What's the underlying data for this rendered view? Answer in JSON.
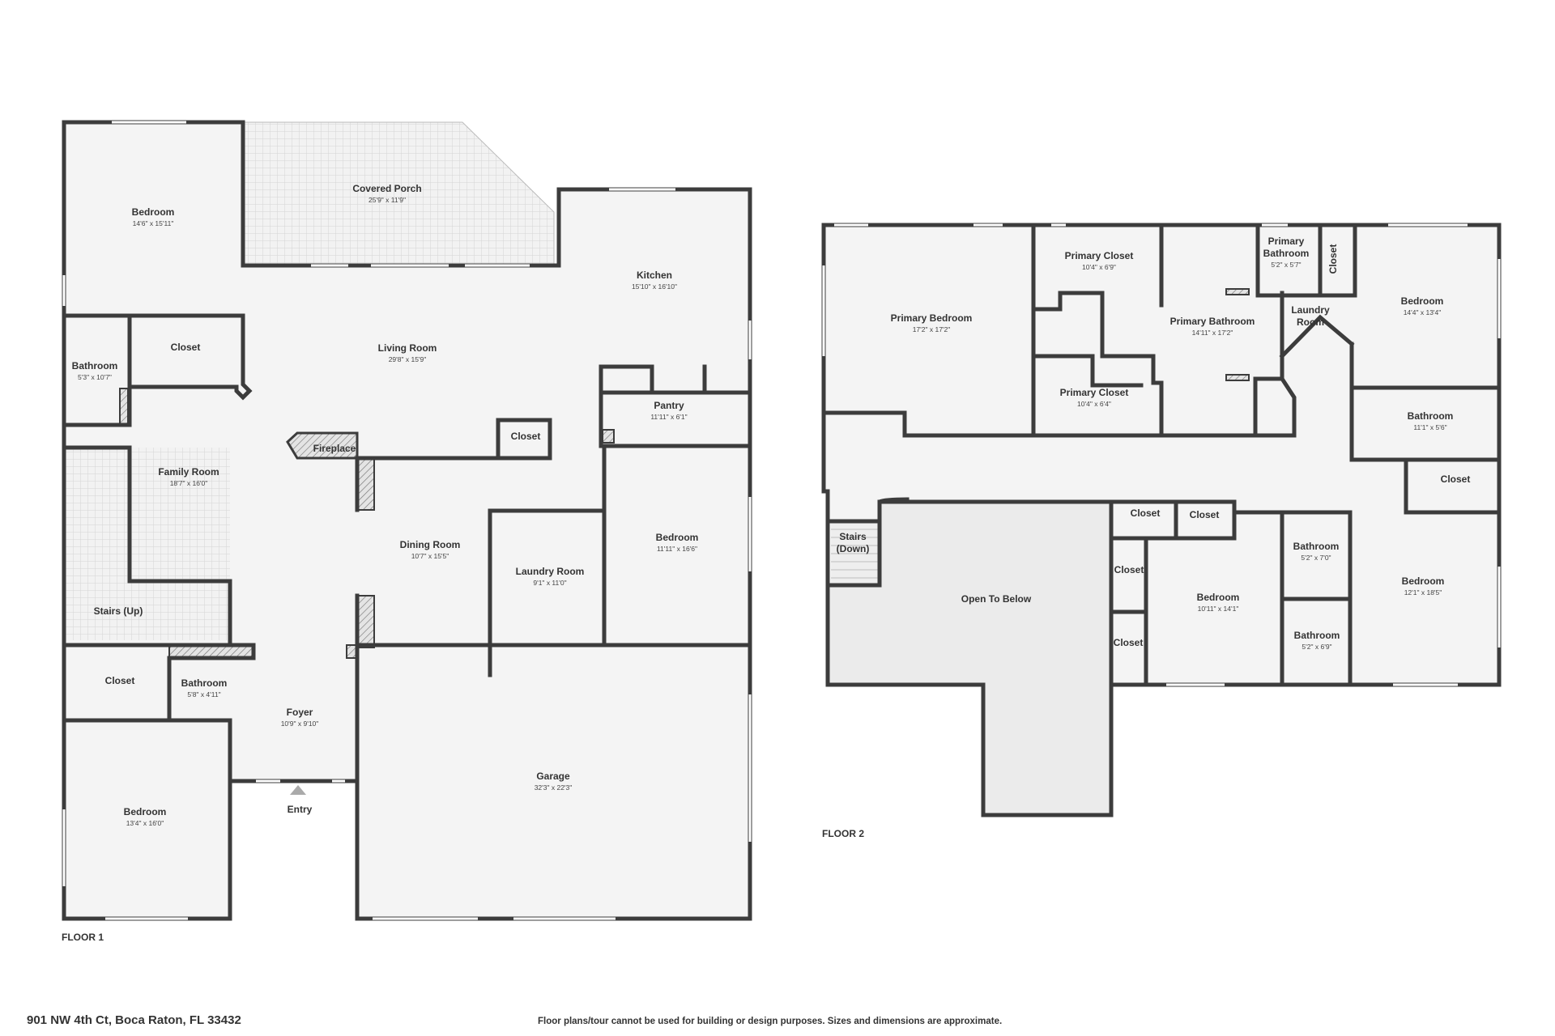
{
  "address": "901 NW 4th Ct, Boca Raton, FL 33432",
  "disclaimer": "Floor plans/tour cannot be used for building or design purposes. Sizes and dimensions are approximate.",
  "floor1": {
    "label": "FLOOR 1",
    "entry": "Entry",
    "rooms": {
      "bedroom_nw": {
        "name": "Bedroom",
        "dim": "14'6\" x 15'11\""
      },
      "covered_porch": {
        "name": "Covered Porch",
        "dim": "25'9\" x 11'9\""
      },
      "kitchen": {
        "name": "Kitchen",
        "dim": "15'10\" x 16'10\""
      },
      "living_room": {
        "name": "Living Room",
        "dim": "29'8\" x 15'9\""
      },
      "closet_1": {
        "name": "Closet",
        "dim": ""
      },
      "bathroom_w": {
        "name": "Bathroom",
        "dim": "5'3\" x 10'7\""
      },
      "pantry": {
        "name": "Pantry",
        "dim": "11'11\" x 6'1\""
      },
      "closet_2": {
        "name": "Closet",
        "dim": ""
      },
      "fireplace": {
        "name": "Fireplace",
        "dim": ""
      },
      "family_room": {
        "name": "Family Room",
        "dim": "18'7\" x 16'0\""
      },
      "bedroom_e": {
        "name": "Bedroom",
        "dim": "11'11\" x 16'6\""
      },
      "dining_room": {
        "name": "Dining Room",
        "dim": "10'7\" x 15'5\""
      },
      "laundry_room": {
        "name": "Laundry Room",
        "dim": "9'1\" x 11'0\""
      },
      "stairs_up": {
        "name": "Stairs (Up)",
        "dim": ""
      },
      "closet_3": {
        "name": "Closet",
        "dim": ""
      },
      "bathroom_s": {
        "name": "Bathroom",
        "dim": "5'8\" x 4'11\""
      },
      "foyer": {
        "name": "Foyer",
        "dim": "10'9\" x 9'10\""
      },
      "garage": {
        "name": "Garage",
        "dim": "32'3\" x 22'3\""
      },
      "bedroom_sw": {
        "name": "Bedroom",
        "dim": "13'4\" x 16'0\""
      }
    }
  },
  "floor2": {
    "label": "FLOOR 2",
    "rooms": {
      "primary_bedroom": {
        "name": "Primary Bedroom",
        "dim": "17'2\" x 17'2\""
      },
      "primary_closet_1": {
        "name": "Primary Closet",
        "dim": "10'4\" x 6'9\""
      },
      "primary_bathroom_small": {
        "name": "Primary Bathroom",
        "dim": "5'2\" x 5'7\""
      },
      "closet_a": {
        "name": "Closet",
        "dim": ""
      },
      "bedroom_ne": {
        "name": "Bedroom",
        "dim": "14'4\" x 13'4\""
      },
      "primary_bathroom": {
        "name": "Primary Bathroom",
        "dim": "14'11\" x 17'2\""
      },
      "laundry_room": {
        "name": "Laundry Room",
        "dim": ""
      },
      "primary_closet_2": {
        "name": "Primary Closet",
        "dim": "10'4\" x 6'4\""
      },
      "bathroom_e": {
        "name": "Bathroom",
        "dim": "11'1\" x 5'6\""
      },
      "closet_b": {
        "name": "Closet",
        "dim": ""
      },
      "closet_c": {
        "name": "Closet",
        "dim": ""
      },
      "closet_d": {
        "name": "Closet",
        "dim": ""
      },
      "stairs_down": {
        "name": "Stairs (Down)",
        "dim": ""
      },
      "bathroom_1": {
        "name": "Bathroom",
        "dim": "5'2\" x 7'0\""
      },
      "closet_e": {
        "name": "Closet",
        "dim": ""
      },
      "open_to_below": {
        "name": "Open To Below",
        "dim": ""
      },
      "bedroom_mid": {
        "name": "Bedroom",
        "dim": "10'11\" x 14'1\""
      },
      "bedroom_se": {
        "name": "Bedroom",
        "dim": "12'1\" x 18'5\""
      },
      "closet_f": {
        "name": "Closet",
        "dim": ""
      },
      "bathroom_2": {
        "name": "Bathroom",
        "dim": "5'2\" x 6'9\""
      }
    }
  }
}
